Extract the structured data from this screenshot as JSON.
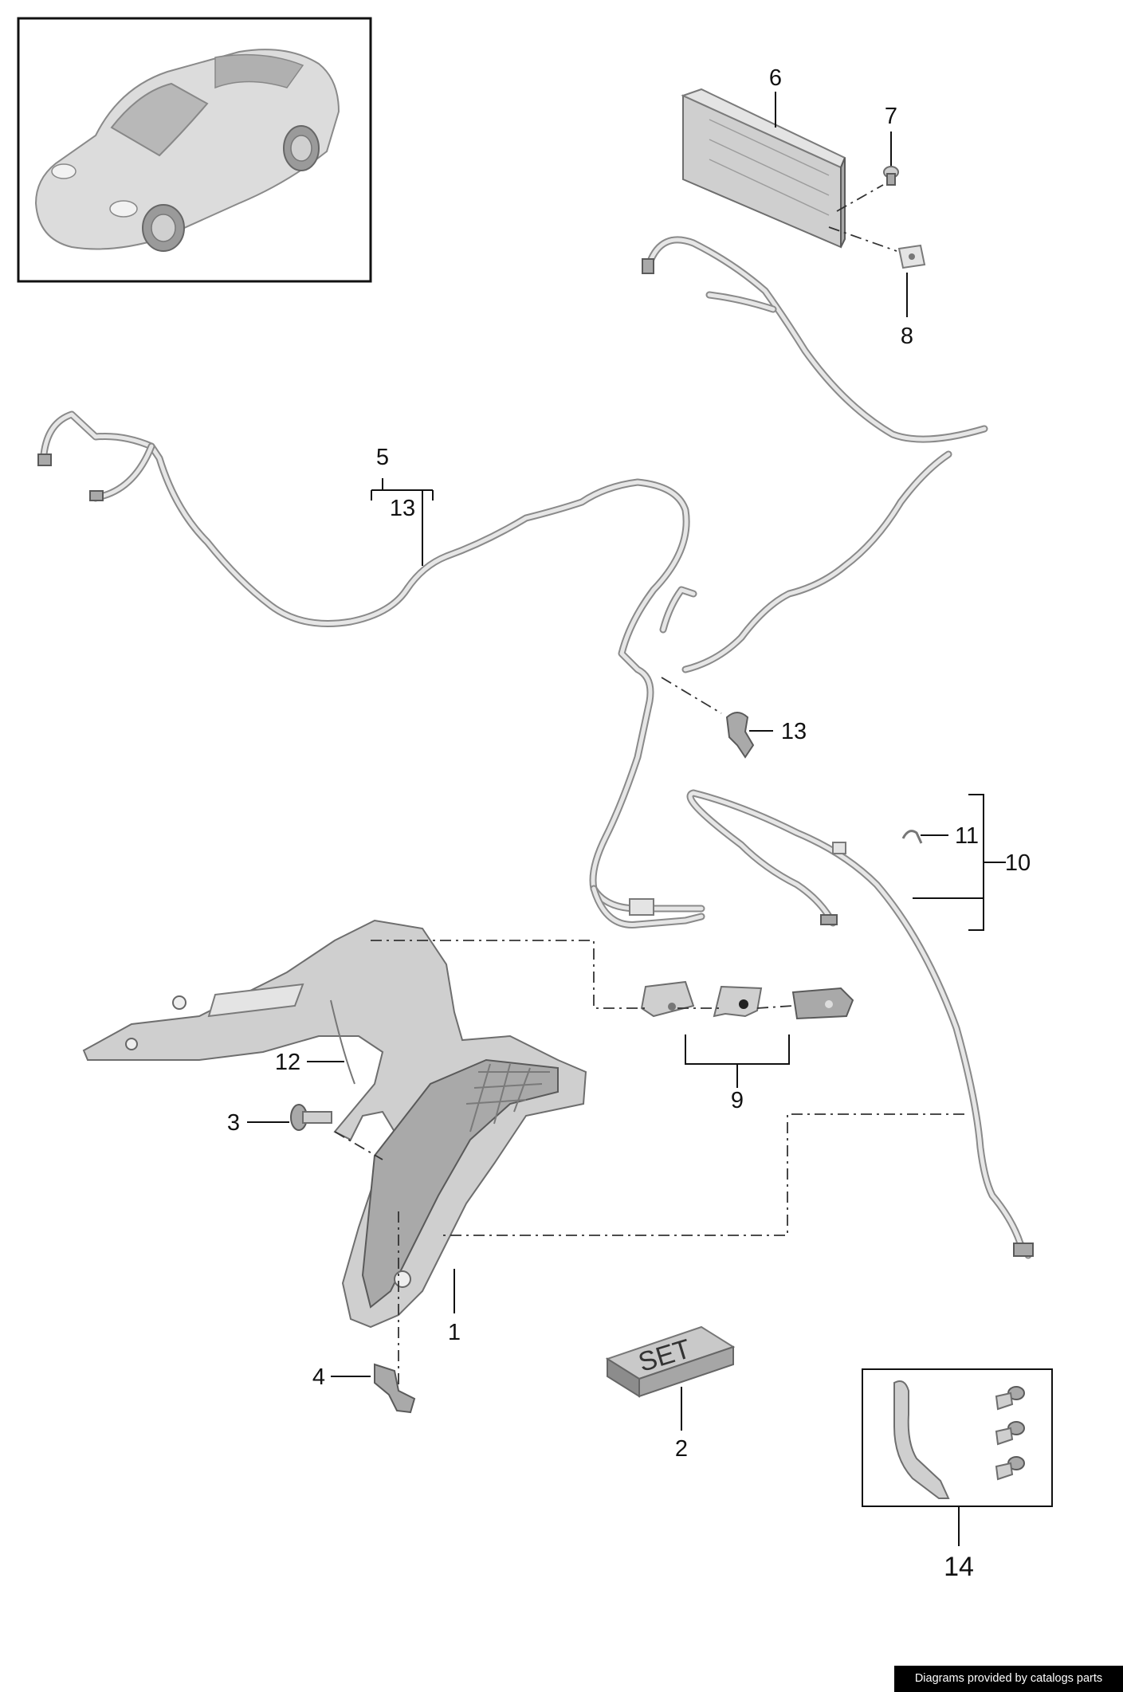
{
  "callouts": {
    "c1": "1",
    "c2": "2",
    "c3": "3",
    "c4": "4",
    "c5": "5",
    "c6": "6",
    "c7": "7",
    "c8": "8",
    "c9": "9",
    "c10": "10",
    "c11": "11",
    "c12": "12",
    "c13a": "13",
    "c13b": "13",
    "c14": "14"
  },
  "set_box": {
    "label": "SET"
  },
  "credit": "Diagrams provided by catalogs parts",
  "colors": {
    "part_fill": "#cfcfcf",
    "line": "#111111",
    "credit_bg": "#000000"
  }
}
